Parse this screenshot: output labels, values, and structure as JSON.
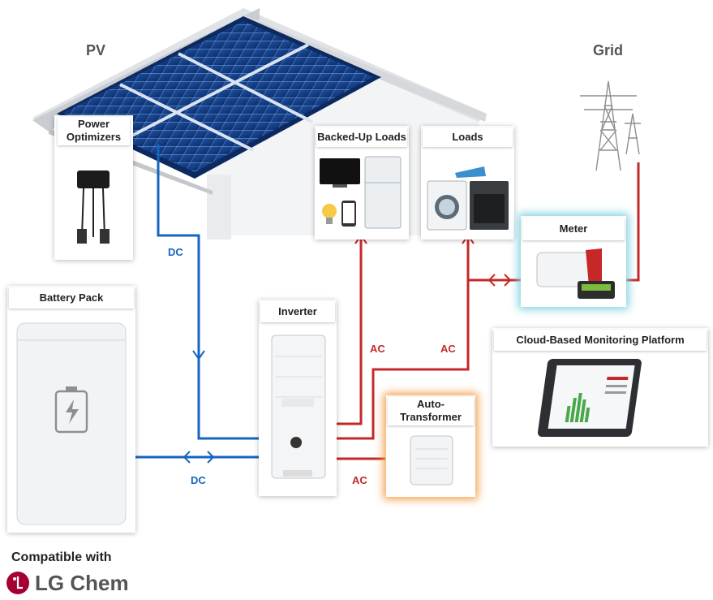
{
  "titles": {
    "pv": "PV",
    "grid": "Grid"
  },
  "components": {
    "power_optimizers": "Power Optimizers",
    "backed_up_loads": "Backed-Up Loads",
    "loads": "Loads",
    "meter": "Meter",
    "battery_pack": "Battery Pack",
    "inverter": "Inverter",
    "cloud_monitoring": "Cloud-Based Monitoring Platform",
    "auto_transformer": "Auto-Transformer"
  },
  "line_labels": {
    "dc_pv": "DC",
    "dc_battery": "DC",
    "ac_backed_up": "AC",
    "ac_loads": "AC",
    "ac_transformer": "AC"
  },
  "footer": {
    "compatible": "Compatible with",
    "brand": "LG Chem"
  },
  "colors": {
    "dc": "#1565c0",
    "ac": "#c62828",
    "meter_glow": "#7fd3e0",
    "transformer_glow": "#f5a04a",
    "lg_red": "#a50034"
  }
}
